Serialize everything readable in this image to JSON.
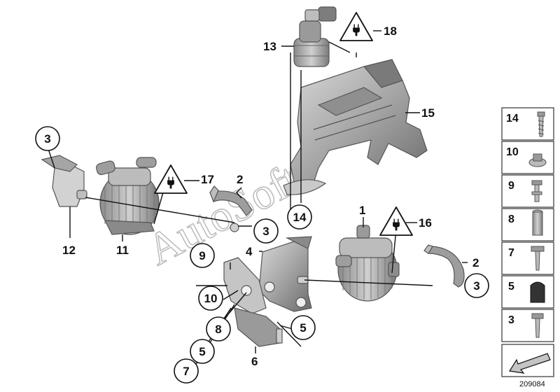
{
  "diagram_id": "209084",
  "watermark": "AutoSoft",
  "callouts": {
    "c1": "1",
    "c2a": "2",
    "c2b": "2",
    "c3a": "3",
    "c3b": "3",
    "c3c": "3",
    "c4": "4",
    "c5a": "5",
    "c5b": "5",
    "c6": "6",
    "c7": "7",
    "c8": "8",
    "c9": "9",
    "c10": "10",
    "c11": "11",
    "c12": "12",
    "c13": "13",
    "c14": "14",
    "c15": "15",
    "c16": "16",
    "c17": "17",
    "c18": "18"
  },
  "side_panel": [
    "14",
    "10",
    "9",
    "8",
    "7",
    "5",
    "3"
  ],
  "icons": {
    "warning": "electrical-plug-warning-icon",
    "next_page": "next-page-arrow-icon"
  },
  "colors": {
    "part_fill": "#a9a9a9",
    "part_dark": "#6f6f6f",
    "part_light": "#cfcfcf",
    "line": "#111111"
  }
}
